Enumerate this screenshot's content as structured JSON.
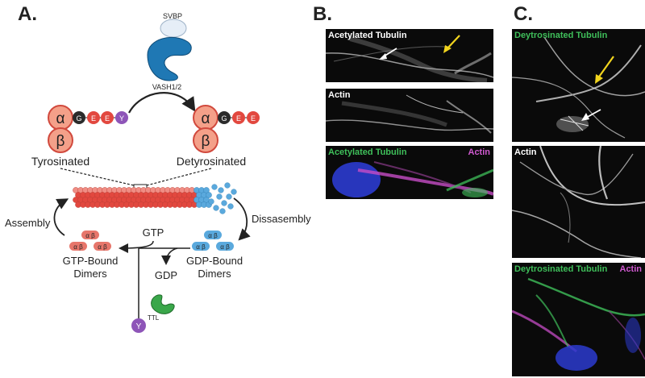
{
  "panels": {
    "a": {
      "letter": "A.",
      "enzyme_top": "SVBP",
      "enzyme_main": "VASH1/2",
      "alpha": "α",
      "beta": "β",
      "residues_tyr": [
        "G",
        "E",
        "E",
        "Y"
      ],
      "residues_detyr": [
        "G",
        "E",
        "E"
      ],
      "tyrosinated": "Tyrosinated",
      "detyrosinated": "Detyrosinated",
      "assembly": "Assembly",
      "disassembly": "Dissasembly",
      "gtp": "GTP",
      "gdp": "GDP",
      "gtp_bound_1": "GTP-Bound",
      "gtp_bound_2": "Dimers",
      "gdp_bound_1": "GDP-Bound",
      "gdp_bound_2": "Dimers",
      "ttl": "TTL",
      "y": "Y",
      "ab": "α β"
    },
    "b": {
      "letter": "B.",
      "img1_label": "Acetylated Tubulin",
      "img2_label": "Actin",
      "img3_label_left": "Acetylated Tubulin",
      "img3_label_right": "Actin"
    },
    "c": {
      "letter": "C.",
      "img1_label": "Deytrosinated Tubulin",
      "img2_label": "Actin",
      "img3_label_left": "Deytrosinated Tubulin",
      "img3_label_right": "Actin"
    }
  },
  "colors": {
    "red_bead": "#e2483f",
    "alpha_fill": "#f4a089",
    "alpha_stroke": "#d1493d",
    "glycine": "#2b2b2b",
    "glutamate": "#e2483f",
    "tyrosine": "#8e55b8",
    "vash": "#1f78b4",
    "svbp": "#e6eef7",
    "ttl": "#3aa74a",
    "gdp_dimer": "#5aa9dd",
    "gtp_dimer": "#e7766b",
    "green_label": "#3fbf5a",
    "magenta_label": "#d05ad0",
    "arrow_yellow": "#f2d51e"
  }
}
